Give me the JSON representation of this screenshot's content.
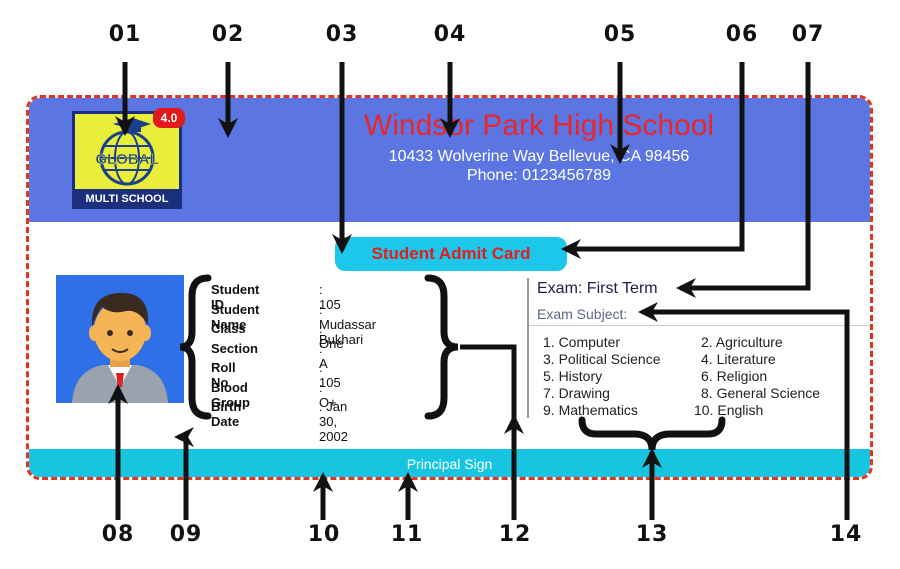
{
  "callouts": [
    "01",
    "02",
    "03",
    "04",
    "05",
    "06",
    "07",
    "08",
    "09",
    "10",
    "11",
    "12",
    "13",
    "14"
  ],
  "card": {
    "logo_badge": "4.0",
    "logo_text": "GLOBAL",
    "logo_subtitle": "MULTI SCHOOL",
    "school_name": "Windsor Park High School",
    "address": "10433 Wolverine Way Bellevue, CA 98456",
    "phone": "Phone: 0123456789",
    "title": "Student Admit Card",
    "details": [
      {
        "label": "Student ID",
        "value": ": 105"
      },
      {
        "label": "Student Name",
        "value": ": Mudassar Bukhari"
      },
      {
        "label": "Class",
        "value": ": One"
      },
      {
        "label": "Section",
        "value": ": A"
      },
      {
        "label": "Roll No",
        "value": ": 105"
      },
      {
        "label": "Blood Group",
        "value": ": O+"
      },
      {
        "label": "Birth Date",
        "value": ": Jan 30, 2002"
      }
    ],
    "exam": "Exam: First Term",
    "subject_heading": "Exam Subject:",
    "subjects": [
      "1. Computer",
      "2. Agriculture",
      "3. Political Science",
      "4. Literature",
      "5. History",
      "6. Religion",
      "7. Drawing",
      "8. General Science",
      "9. Mathematics",
      "10. English"
    ],
    "footer_label": "Principal Sign"
  },
  "colors": {
    "header": "#5b76e2",
    "accent": "#1dc7ea",
    "school_name": "#e8262b",
    "border": "#e53322"
  }
}
